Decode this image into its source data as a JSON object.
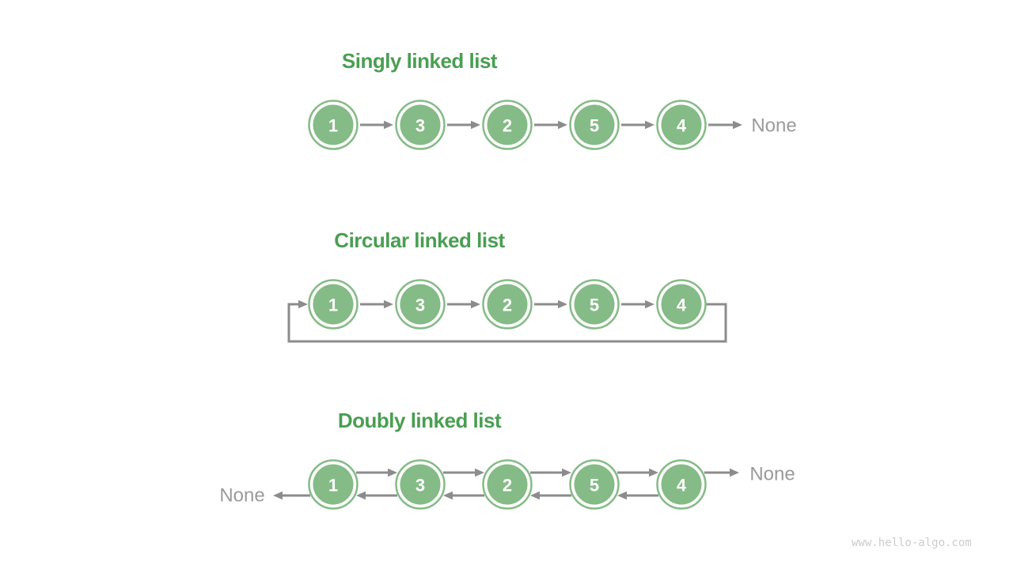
{
  "colors": {
    "title_green": "#4a9e52",
    "node_green": "#85bb86",
    "node_text": "#ffffff",
    "arrow_gray": "#8c8c8c",
    "none_gray": "#9a9a9a",
    "watermark_gray": "#cccccc",
    "background": "#ffffff"
  },
  "diagrams": [
    {
      "id": "singly",
      "title": "Singly linked list",
      "nodes": [
        "1",
        "3",
        "2",
        "5",
        "4"
      ],
      "tail_label": "None"
    },
    {
      "id": "circular",
      "title": "Circular linked list",
      "nodes": [
        "1",
        "3",
        "2",
        "5",
        "4"
      ]
    },
    {
      "id": "doubly",
      "title": "Doubly linked list",
      "nodes": [
        "1",
        "3",
        "2",
        "5",
        "4"
      ],
      "head_label": "None",
      "tail_label": "None"
    }
  ],
  "watermark": "www.hello-algo.com"
}
